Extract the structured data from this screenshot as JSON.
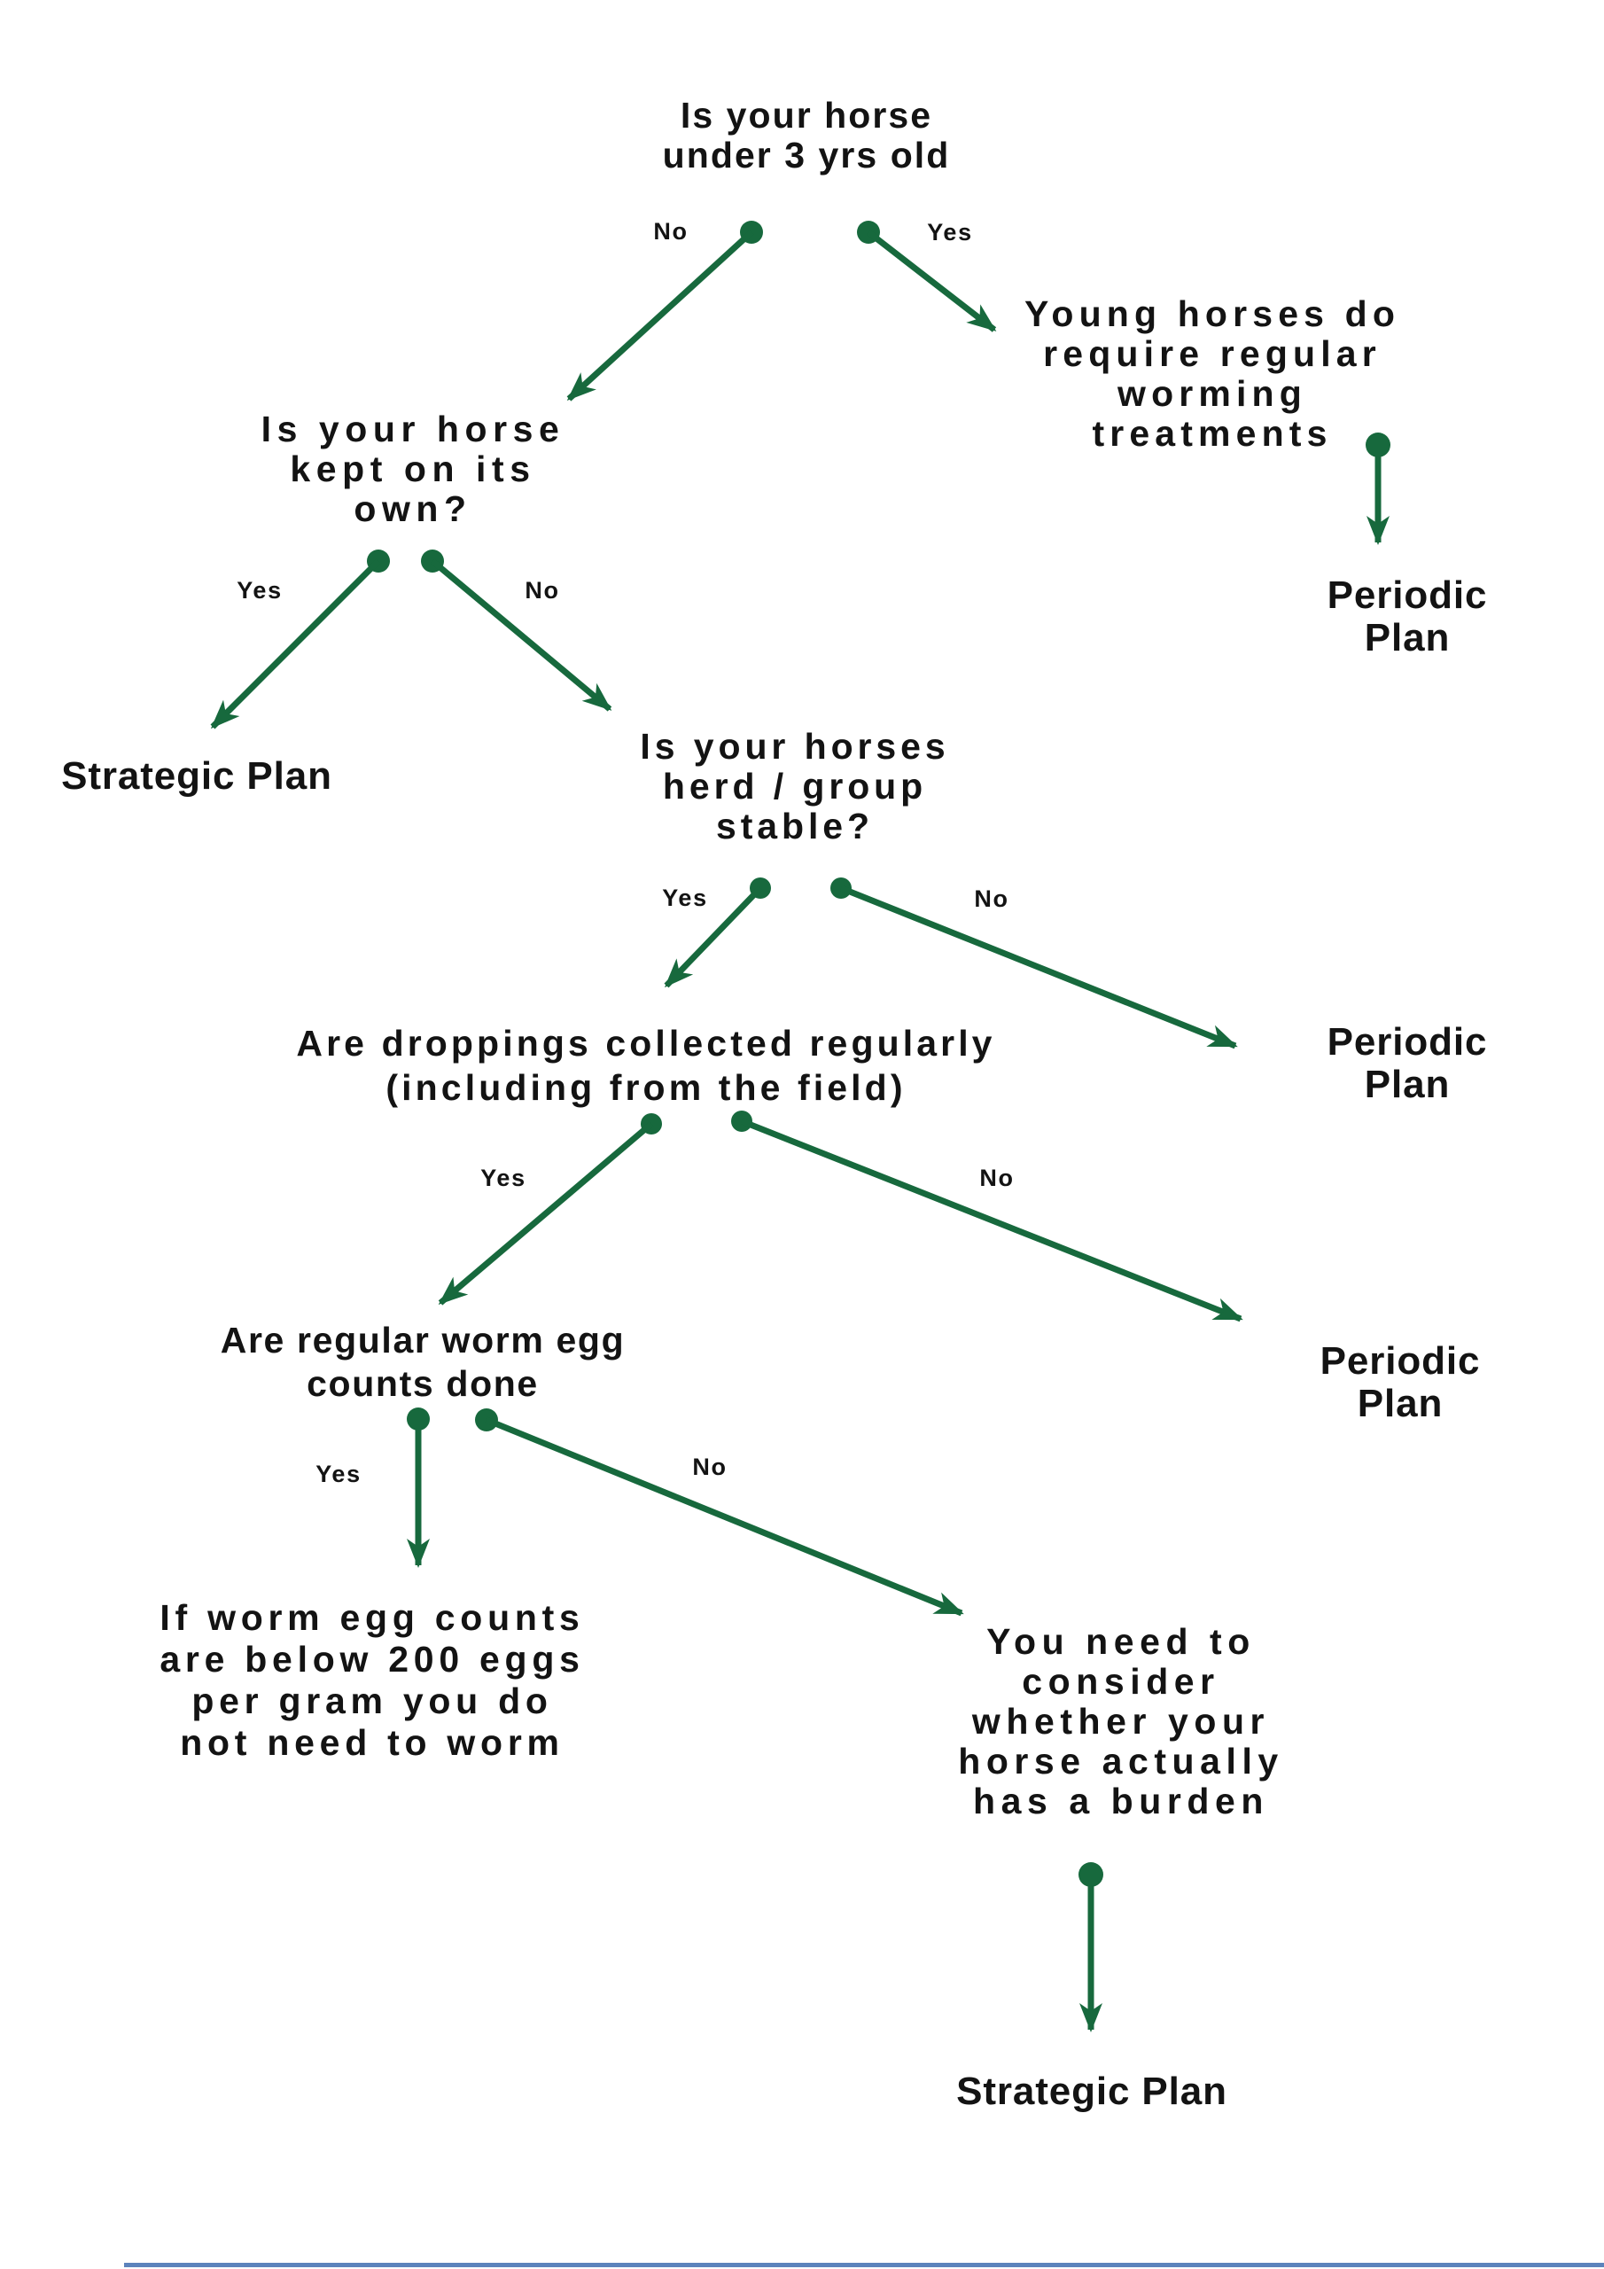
{
  "flowchart": {
    "questions": {
      "q1": "Is your horse\nunder 3 yrs old",
      "q2": "Is your horse\nkept on its\nown?",
      "q3": "Is your horses\nherd / group\nstable?",
      "q4": "Are droppings collected regularly\n(including from the field)",
      "q5": "Are regular worm egg\ncounts done"
    },
    "outcomes": {
      "young_horses": "Young horses do\nrequire regular\nworming treatments",
      "periodic_plan_1": "Periodic Plan",
      "strategic_plan_1": "Strategic Plan",
      "periodic_plan_2": "Periodic Plan",
      "periodic_plan_3": "Periodic Plan",
      "below_200": "If worm egg counts\nare below 200 eggs\nper gram you do\nnot need to worm",
      "consider_burden": "You need to\nconsider\nwhether your\nhorse actually\nhas a burden",
      "strategic_plan_2": "Strategic Plan"
    },
    "branch_labels": {
      "q1_no": "No",
      "q1_yes": "Yes",
      "q2_yes": "Yes",
      "q2_no": "No",
      "q3_yes": "Yes",
      "q3_no": "No",
      "q4_yes": "Yes",
      "q4_no": "No",
      "q5_yes": "Yes",
      "q5_no": "No"
    },
    "colors": {
      "arrow_green": "#17693d",
      "text": "#131313",
      "background": "#ffffff",
      "bottom_line": "#3f6db0"
    }
  }
}
